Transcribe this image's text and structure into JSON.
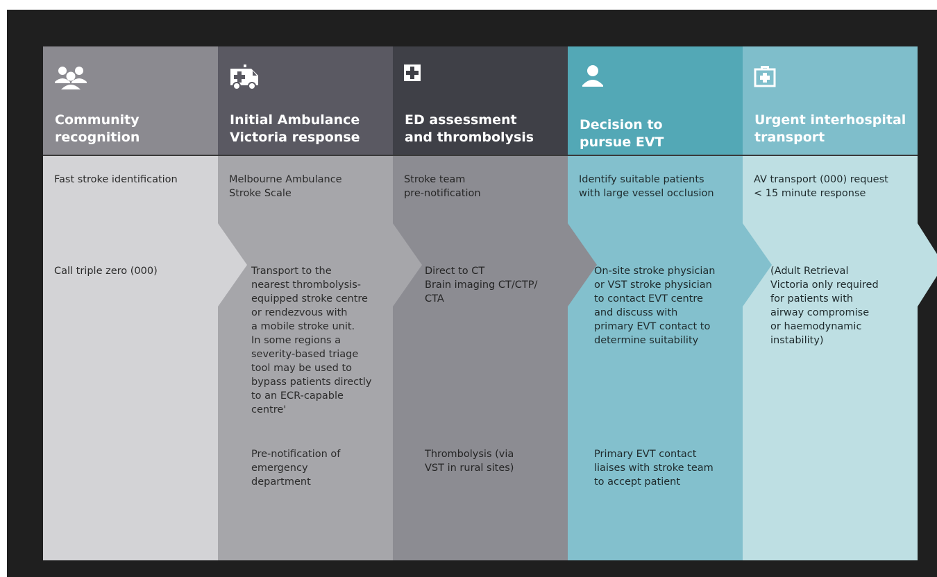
{
  "colors": {
    "frame": "#1f1f1f",
    "head_1": "#8b8a90",
    "head_2": "#5a5962",
    "head_3": "#3f4047",
    "head_4": "#53a8b6",
    "head_5": "#7fbecb",
    "body_1": "#d3d3d6",
    "body_2": "#a6a6aa",
    "body_3": "#8c8c92",
    "body_4": "#83c0cd",
    "body_5": "#bedfe3"
  },
  "columns": [
    {
      "icon": "community-people-icon",
      "title": "Community\nrecognition",
      "top_text": "Fast stroke identification",
      "mid_text": "Call triple zero (000)",
      "low_text": ""
    },
    {
      "icon": "ambulance-icon",
      "title": "Initial Ambulance\nVictoria response",
      "top_text": "Melbourne Ambulance\nStroke Scale",
      "mid_text": "Transport to the\nnearest thrombolysis-\nequipped stroke centre\nor rendezvous with\na mobile stroke unit.\nIn some regions a\nseverity-based triage\ntool may be used to\nbypass patients directly\nto an ECR-capable\ncentre'",
      "low_text": "Pre-notification of\nemergency\ndepartment"
    },
    {
      "icon": "medical-cross-icon",
      "title": "ED assessment\nand thrombolysis",
      "top_text": "Stroke team\npre-notification",
      "mid_text": "Direct to CT\nBrain imaging CT/CTP/\nCTA",
      "low_text": "Thrombolysis (via\nVST in rural sites)"
    },
    {
      "icon": "person-icon",
      "title": "Decision to\npursue EVT",
      "top_text": "Identify suitable patients\nwith large vessel occlusion",
      "mid_text": "On-site stroke physician\nor VST stroke physician\nto contact  EVT centre\nand discuss with\nprimary EVT contact to\ndetermine suitability",
      "low_text": "Primary  EVT contact\nliaises with stroke team\nto accept patient"
    },
    {
      "icon": "first-aid-kit-icon",
      "title": "Urgent interhospital\ntransport",
      "top_text": "AV transport (000) request\n< 15 minute response",
      "mid_text": "(Adult Retrieval\nVictoria only required\nfor patients with\nairway compromise\nor haemodynamic\ninstability)",
      "low_text": ""
    }
  ]
}
